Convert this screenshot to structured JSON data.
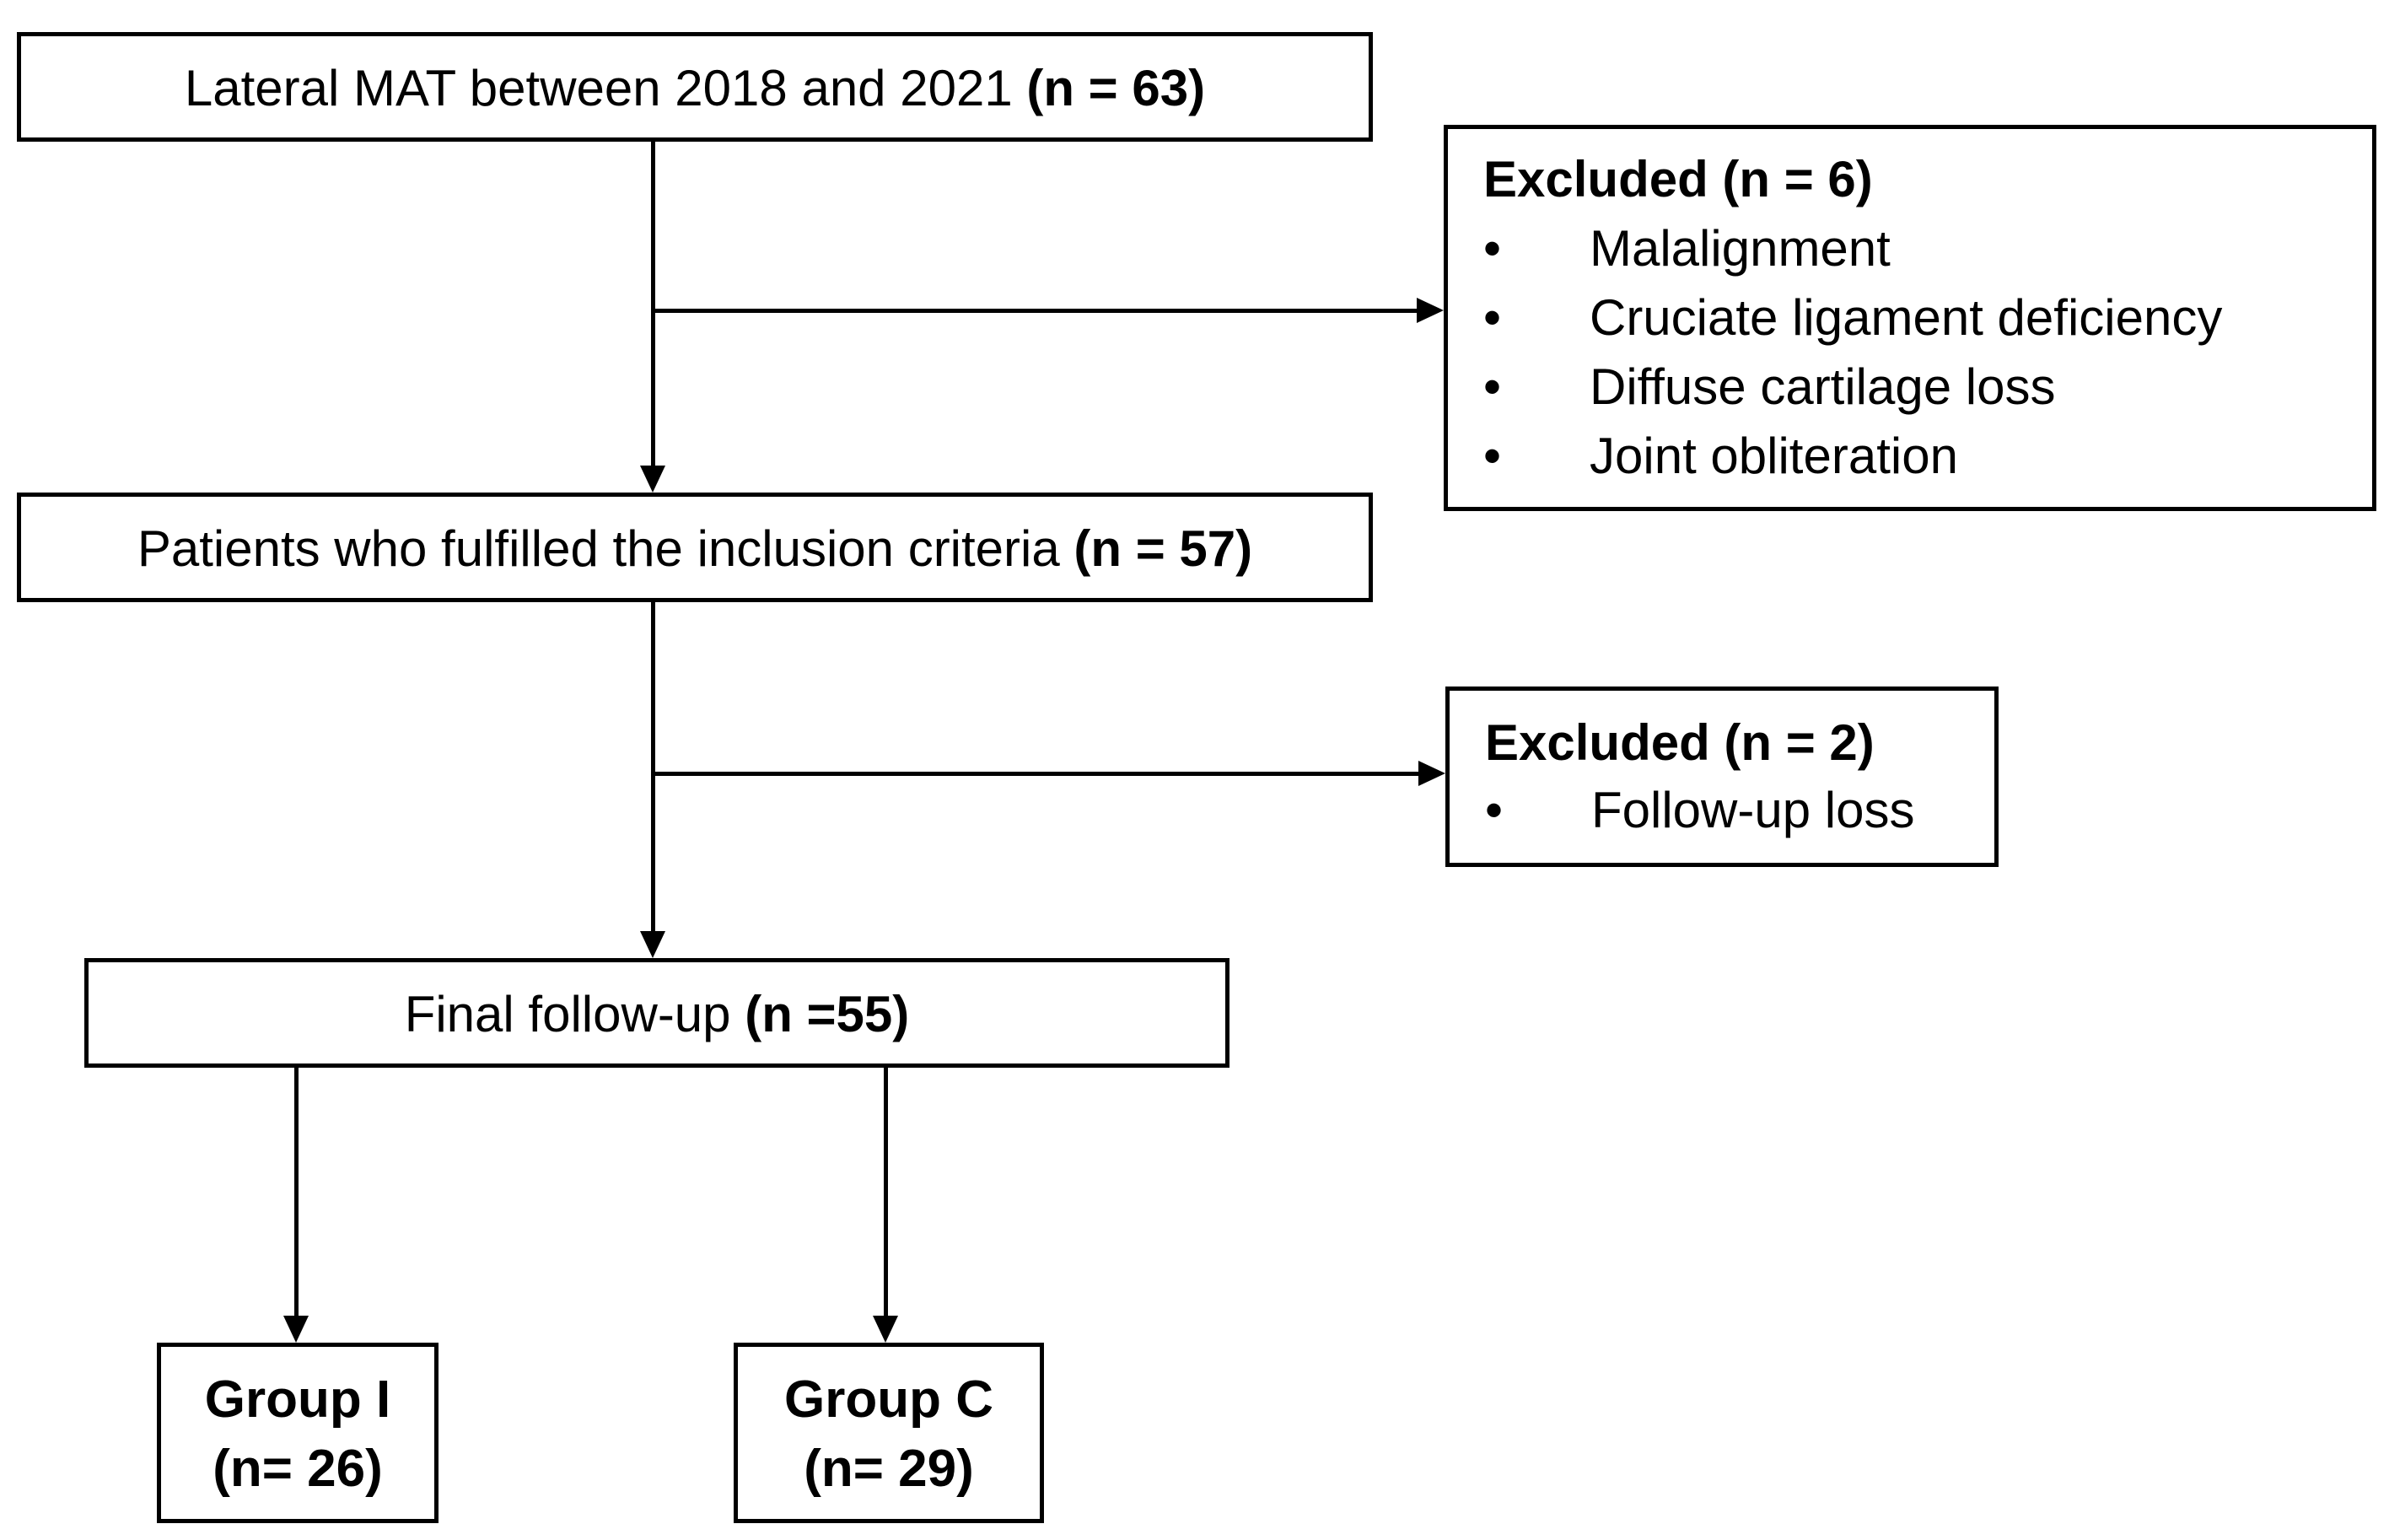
{
  "boxes": {
    "lateral_mat": {
      "text": "Lateral MAT between 2018 and 2021 ",
      "count": "(n = 63)"
    },
    "inclusion": {
      "text": "Patients who fulfilled the inclusion criteria ",
      "count": "(n = 57)"
    },
    "final_followup": {
      "text": "Final follow-up ",
      "count": "(n =55)"
    }
  },
  "excluded_1": {
    "title": "Excluded (n = 6)",
    "items": [
      "Malalignment",
      "Cruciate ligament deficiency",
      "Diffuse cartilage loss",
      "Joint obliteration"
    ]
  },
  "excluded_2": {
    "title": "Excluded (n = 2)",
    "items": [
      "Follow-up loss"
    ]
  },
  "groups": [
    {
      "name": "Group I",
      "count": "(n= 26)"
    },
    {
      "name": "Group C",
      "count": "(n= 29)"
    }
  ],
  "bullet_char": "•"
}
